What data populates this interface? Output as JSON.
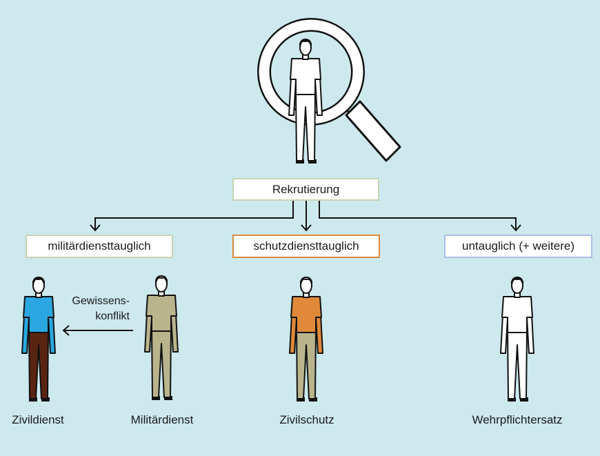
{
  "root": {
    "label": "Rekrutierung",
    "border": "#c9d3b4"
  },
  "categories": [
    {
      "label": "militärdiensttauglich",
      "border": "#c9d3b4"
    },
    {
      "label": "schutzdiensttauglich",
      "border": "#e0893a"
    },
    {
      "label": "untauglich (+ weitere)",
      "border": "#a9bde6"
    }
  ],
  "outcomes": [
    "Zivildienst",
    "Militärdienst",
    "Zivilschutz",
    "Wehrpflichtersatz"
  ],
  "note": {
    "line1": "Gewissens-",
    "line2": "konflikt"
  },
  "figures": [
    {
      "name": "inspected-person",
      "shirt": "#ffffff",
      "pants": "#ffffff",
      "hair": "#111111"
    },
    {
      "name": "zivildienst-person",
      "shirt": "#2aa7e0",
      "pants": "#5a2412",
      "hair": "#111111"
    },
    {
      "name": "militaerdienst-soldier",
      "shirt": "#b9b48c",
      "pants": "#b9b48c",
      "hair": "#b9b48c"
    },
    {
      "name": "zivilschutz-worker",
      "shirt": "#e0893a",
      "pants": "#b9b48c",
      "hair": "#ffffff"
    },
    {
      "name": "wehrpflichtersatz-person",
      "shirt": "#ffffff",
      "pants": "#ffffff",
      "hair": "#111111"
    }
  ]
}
